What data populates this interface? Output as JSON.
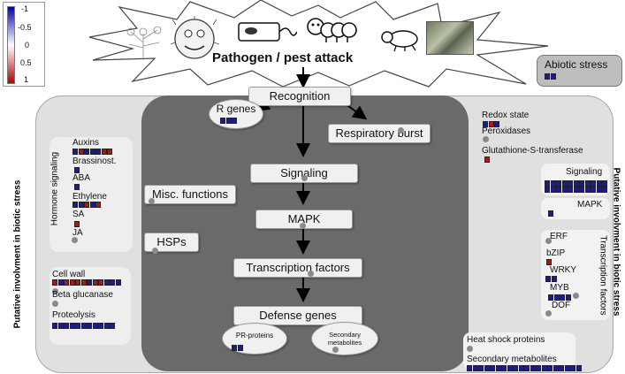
{
  "colors": {
    "strong_up": "#1a1a9c",
    "up": "#3d3dbf",
    "strong_down": "#b01616",
    "down": "#c94444",
    "bg_dark": "#6a6a6a",
    "bg_light": "#e0e0e0",
    "panel": "#eeeeee"
  },
  "legend": {
    "ticks": [
      "-1",
      "-0.5",
      "0",
      "0.5",
      "1"
    ]
  },
  "title": "Pathogen / pest attack",
  "abiotic": {
    "label": "Abiotic stress",
    "cells": [
      "B",
      "B"
    ]
  },
  "side_labels": {
    "left": "Putative involvment in biotic stress",
    "right": "Putative involvment in biotic stress"
  },
  "pathway": {
    "recognition": "Recognition",
    "r_genes": {
      "label": "R genes",
      "cells": [
        "B",
        "B",
        "B"
      ]
    },
    "respiratory_burst": "Respiratory burst",
    "signaling": "Signaling",
    "mapk": "MAPK",
    "transcription_factors": "Transcription factors",
    "defense_genes": "Defense genes",
    "pr_proteins": {
      "label": "PR-proteins",
      "cells": [
        "B",
        "B"
      ]
    },
    "secondary_metabolites": "Secondary metabolites",
    "misc_functions": "Misc. functions",
    "hsps": "HSPs"
  },
  "hormone": {
    "title": "Hormone signaling",
    "items": [
      {
        "label": "Auxins",
        "cells": [
          "B",
          "R",
          "B",
          "B",
          "B",
          "R",
          "R"
        ]
      },
      {
        "label": "Brassinost.",
        "cells": [
          "B"
        ]
      },
      {
        "label": "ABA",
        "cells": [
          "B"
        ]
      },
      {
        "label": "Ethylene",
        "cells": [
          "B",
          "B",
          "R",
          "B",
          "R"
        ]
      },
      {
        "label": "SA",
        "cells": [
          "R"
        ]
      },
      {
        "label": "JA",
        "cells": []
      }
    ]
  },
  "cellwall": {
    "items": [
      {
        "label": "Cell wall",
        "cells": [
          "R",
          "B",
          "R",
          "R",
          "R",
          "R",
          "B",
          "R",
          "R",
          "B",
          "B",
          "B"
        ]
      },
      {
        "label": "Beta glucanase",
        "cells": []
      },
      {
        "label": "Proteolysis",
        "cells": [
          "B",
          "B",
          "B",
          "B",
          "B",
          "B",
          "B",
          "B",
          "B",
          "B",
          "B"
        ]
      }
    ]
  },
  "redox": {
    "items": [
      {
        "label": "Redox state",
        "cells": [
          "B",
          "R",
          "B"
        ]
      },
      {
        "label": "Peroxidases",
        "cells": []
      },
      {
        "label": "Glutathione-S-transferase",
        "cells": [
          "R"
        ]
      }
    ]
  },
  "right_signaling": {
    "label": "Signaling",
    "cells": [
      "B",
      "B",
      "B",
      "B",
      "B",
      "B",
      "B",
      "B",
      "B",
      "B",
      "B",
      "B",
      "B",
      "B",
      "B",
      "B",
      "B",
      "B",
      "B",
      "B",
      "B",
      "B"
    ]
  },
  "right_mapk": {
    "label": "MAPK",
    "cells": [
      "B"
    ]
  },
  "tf": {
    "title": "Transcription factors",
    "items": [
      {
        "label": "ERF",
        "cells": []
      },
      {
        "label": "bZIP",
        "cells": [
          "R"
        ]
      },
      {
        "label": "WRKY",
        "cells": [
          "B",
          "B"
        ]
      },
      {
        "label": "MYB",
        "cells": [
          "B",
          "B",
          "B",
          "B"
        ]
      },
      {
        "label": "DOF",
        "cells": []
      }
    ]
  },
  "bottom_right": {
    "items": [
      {
        "label": "Heat shock proteins",
        "cells": []
      },
      {
        "label": "Secondary metabolites",
        "cells": [
          "B",
          "B",
          "B",
          "B",
          "B",
          "B",
          "B",
          "B",
          "B",
          "B",
          "B",
          "B",
          "B",
          "B",
          "B",
          "B",
          "B",
          "B",
          "B",
          "B"
        ]
      }
    ]
  }
}
